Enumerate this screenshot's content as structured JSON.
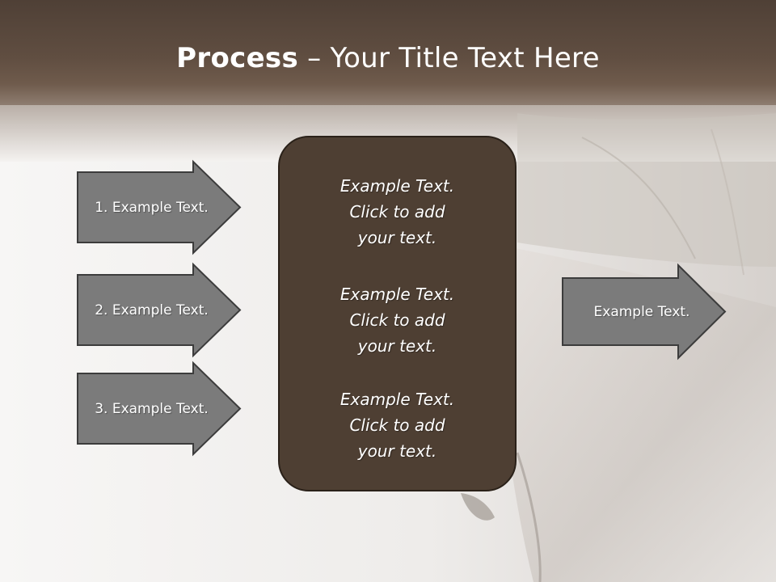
{
  "slide": {
    "title_bold": "Process",
    "title_rest": " – Your Title Text Here"
  },
  "arrows": [
    {
      "label": "1. Example Text."
    },
    {
      "label": "2. Example Text."
    },
    {
      "label": "3. Example Text."
    }
  ],
  "panel": {
    "blocks": [
      {
        "line1": "Example Text.",
        "line2": "Click  to add",
        "line3": "your text."
      },
      {
        "line1": "Example Text.",
        "line2": "Click  to add",
        "line3": "your text."
      },
      {
        "line1": "Example Text.",
        "line2": "Click  to add",
        "line3": "your text."
      }
    ]
  },
  "output_arrow": {
    "label": "Example Text."
  },
  "colors": {
    "header": "#54443a",
    "arrow_fill": "#7b7b7b",
    "arrow_stroke": "#3c3c3c",
    "panel_fill": "#4e3f33"
  }
}
